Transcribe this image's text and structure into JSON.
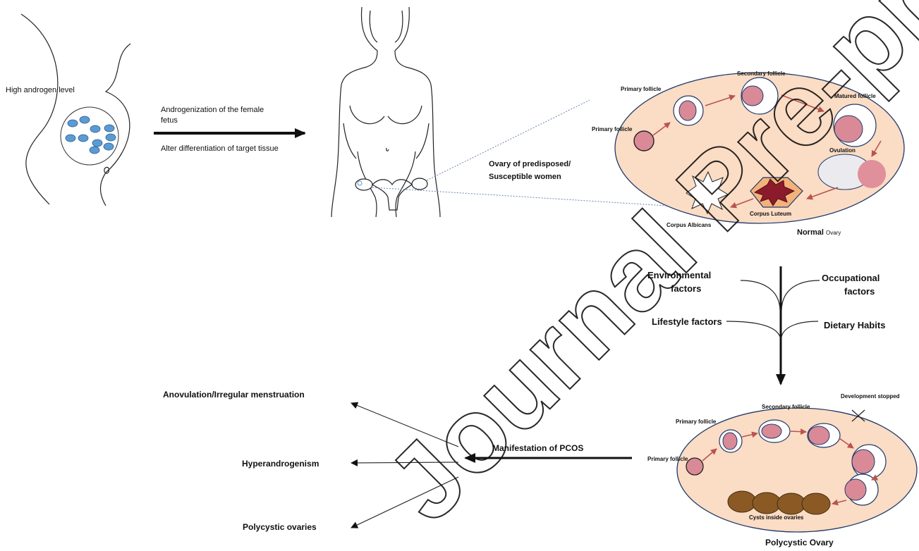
{
  "fetus": {
    "label": "High androgen level"
  },
  "arrow_text": {
    "line1": "Androgenization of the female",
    "line2": "fetus",
    "line3": "Alter differentiation of target tissue"
  },
  "susceptible": {
    "line1": "Ovary of predisposed/",
    "line2": "Susceptible women"
  },
  "normal_ovary": {
    "caption": "Normal",
    "caption_suffix": "Ovary",
    "primary_follicle_top": "Primary follicle",
    "primary_follicle_left": "Primary follicle",
    "secondary_follicle": "Secondary follicle",
    "matured_follicle": "Matured follicle",
    "ovulation": "Ovulation",
    "corpus_luteum": "Corpus Luteum",
    "corpus_albicans": "Corpus Albicans"
  },
  "factors": {
    "environmental_1": "Environmental",
    "environmental_2": "factors",
    "occupational_1": "Occupational",
    "occupational_2": "factors",
    "lifestyle": "Lifestyle factors",
    "dietary": "Dietary Habits"
  },
  "pcos_ovary": {
    "caption": "Polycystic Ovary",
    "development_stopped": "Development stopped",
    "secondary_follicle": "Secondary follicle",
    "primary_follicle_top": "Primary follicle",
    "primary_follicle_left": "Primary follicle",
    "cysts": "Cysts inside ovaries"
  },
  "manifestation": {
    "label": "Manifestation of PCOS",
    "items": [
      "Anovulation/Irregular menstruation",
      "Hyperandrogenism",
      "Polycystic ovaries"
    ]
  },
  "watermark": {
    "text": "Journal Pre-proof"
  },
  "colors": {
    "ovary_fill": "#fbdcc4",
    "follicle_fill": "#d98a96",
    "cyst_fill": "#8b5a24",
    "arrow_red": "#b85450",
    "granule_blue": "#5b9bd5"
  }
}
